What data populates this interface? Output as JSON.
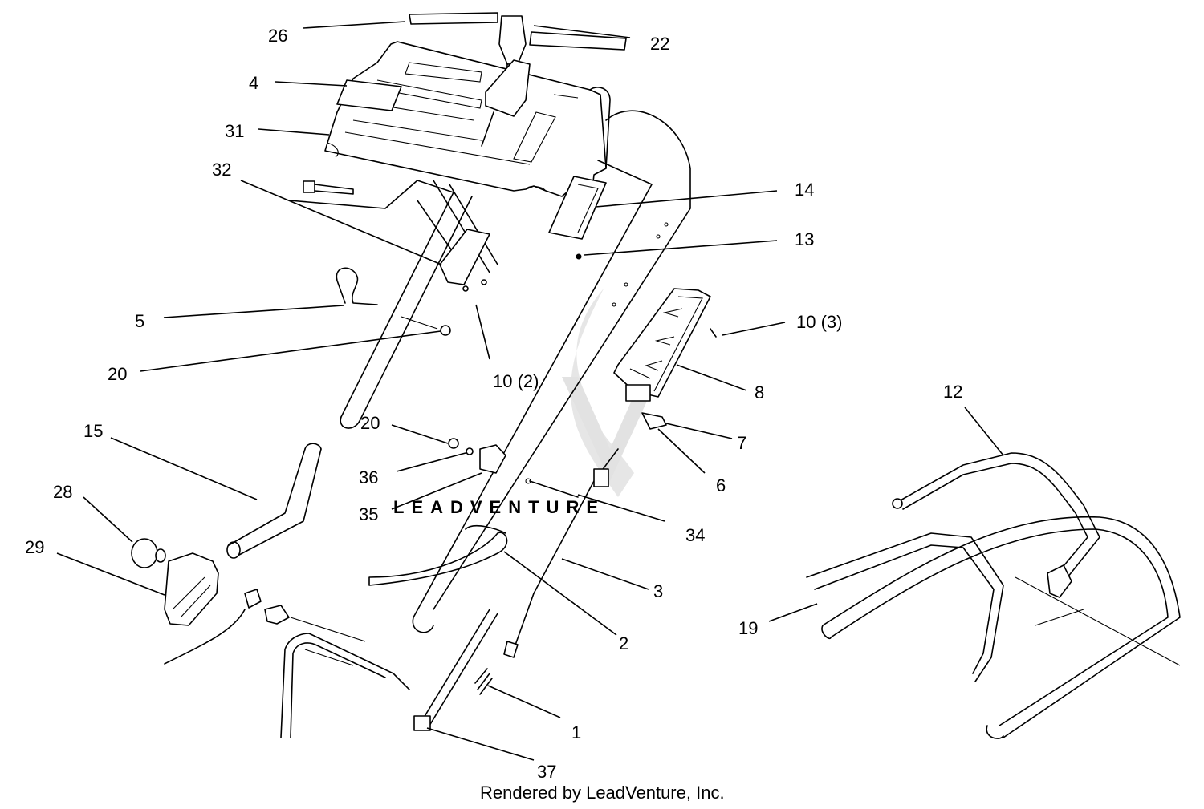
{
  "watermark_text": "LEADVENTURE",
  "footer_text": "Rendered by LeadVenture, Inc.",
  "callouts": [
    {
      "id": "26",
      "label": "26"
    },
    {
      "id": "22",
      "label": "22"
    },
    {
      "id": "4",
      "label": "4"
    },
    {
      "id": "31",
      "label": "31"
    },
    {
      "id": "32",
      "label": "32"
    },
    {
      "id": "14",
      "label": "14"
    },
    {
      "id": "13",
      "label": "13"
    },
    {
      "id": "5",
      "label": "5"
    },
    {
      "id": "10-3",
      "label": "10 (3)"
    },
    {
      "id": "20-a",
      "label": "20"
    },
    {
      "id": "10-2",
      "label": "10 (2)"
    },
    {
      "id": "8",
      "label": "8"
    },
    {
      "id": "12",
      "label": "12"
    },
    {
      "id": "15",
      "label": "15"
    },
    {
      "id": "20-b",
      "label": "20"
    },
    {
      "id": "7",
      "label": "7"
    },
    {
      "id": "28",
      "label": "28"
    },
    {
      "id": "36",
      "label": "36"
    },
    {
      "id": "6",
      "label": "6"
    },
    {
      "id": "35",
      "label": "35"
    },
    {
      "id": "34",
      "label": "34"
    },
    {
      "id": "29",
      "label": "29"
    },
    {
      "id": "3",
      "label": "3"
    },
    {
      "id": "19",
      "label": "19"
    },
    {
      "id": "2",
      "label": "2"
    },
    {
      "id": "1",
      "label": "1"
    },
    {
      "id": "37",
      "label": "37"
    }
  ]
}
